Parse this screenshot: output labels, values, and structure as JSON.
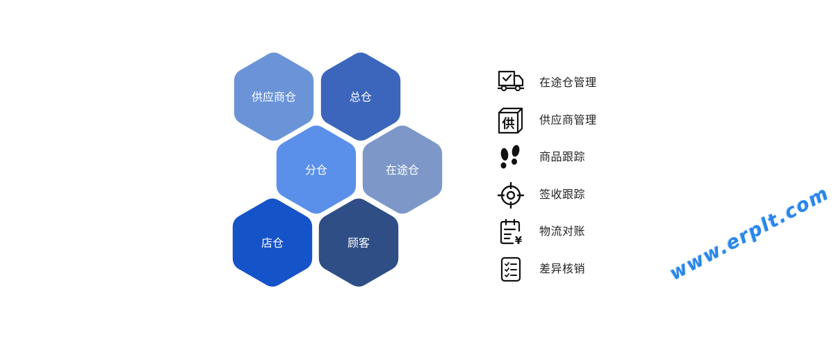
{
  "diagram": {
    "hexagons": [
      {
        "id": "supplier-warehouse",
        "label": "供应商仓",
        "color": "#6b94d8"
      },
      {
        "id": "main-warehouse",
        "label": "总仓",
        "color": "#3b66bc"
      },
      {
        "id": "branch-warehouse",
        "label": "分仓",
        "color": "#5a90ea"
      },
      {
        "id": "in-transit-warehouse",
        "label": "在途仓",
        "color": "#7d98c8"
      },
      {
        "id": "store-warehouse",
        "label": "店仓",
        "color": "#1553c8"
      },
      {
        "id": "customer",
        "label": "顾客",
        "color": "#2f4e86"
      }
    ]
  },
  "features": [
    {
      "id": "in-transit-management",
      "label": "在途仓管理",
      "icon": "delivery-truck-check-icon"
    },
    {
      "id": "supplier-management",
      "label": "供应商管理",
      "icon": "supplier-box-icon"
    },
    {
      "id": "product-tracking",
      "label": "商品跟踪",
      "icon": "footprints-icon"
    },
    {
      "id": "receipt-tracking",
      "label": "签收跟踪",
      "icon": "crosshair-target-icon"
    },
    {
      "id": "logistics-reconciliation",
      "label": "物流对账",
      "icon": "calendar-yen-icon"
    },
    {
      "id": "variance-writeoff",
      "label": "差异核销",
      "icon": "checklist-icon"
    }
  ],
  "supplier_icon_glyph": "供",
  "yen_glyph": "¥",
  "watermark": {
    "text": "www.erplt.com",
    "color": "#2a86e8"
  }
}
